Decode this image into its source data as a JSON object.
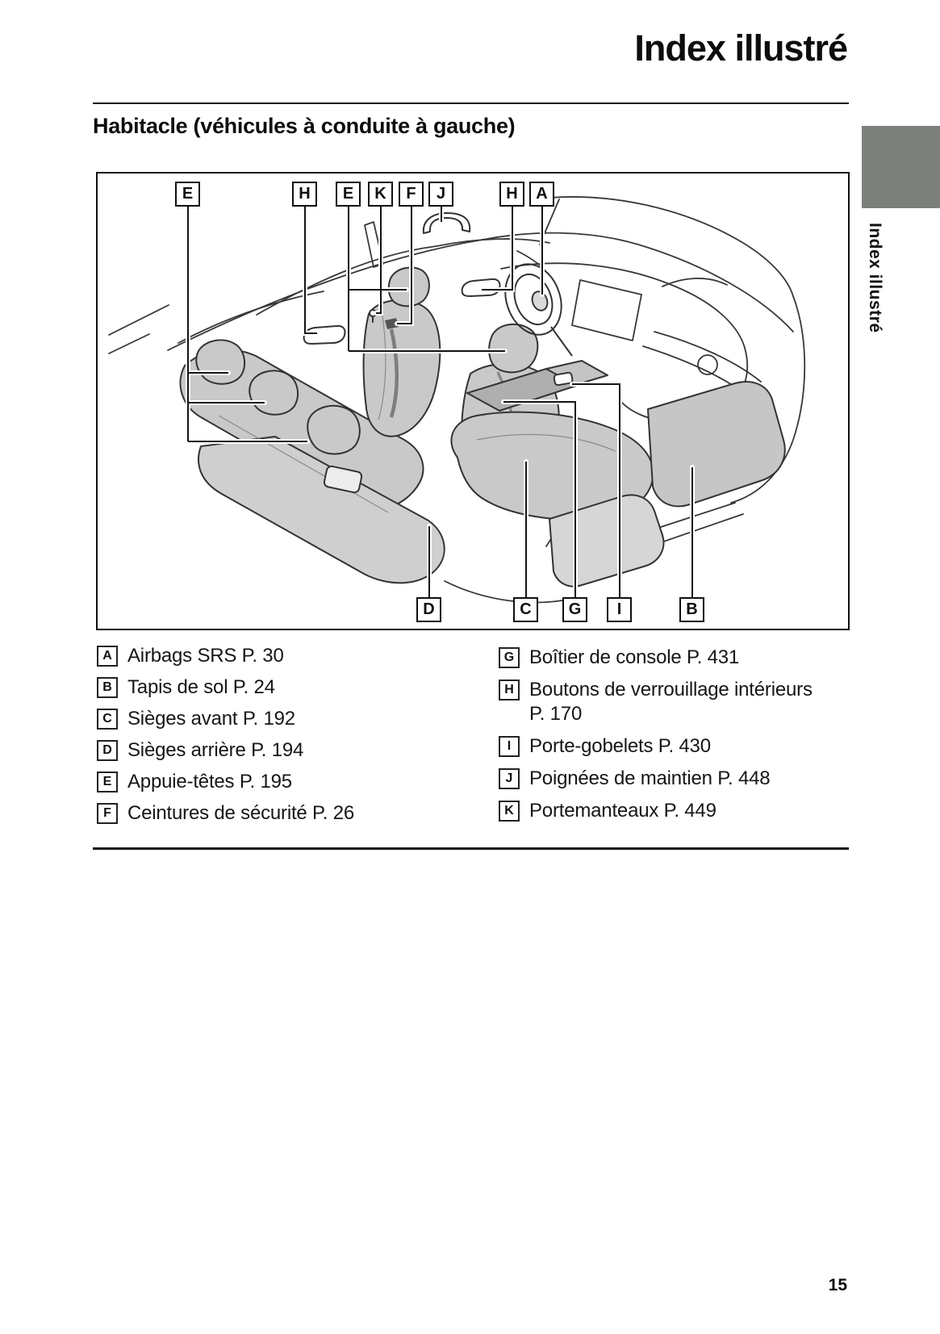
{
  "header": {
    "title": "Index illustré"
  },
  "section": {
    "heading": "Habitacle (véhicules à conduite à gauche)"
  },
  "sidebar": {
    "tab_label": "Index illustré"
  },
  "diagram": {
    "top_callouts": [
      {
        "label": "E"
      },
      {
        "label": "H"
      },
      {
        "label": "E"
      },
      {
        "label": "K"
      },
      {
        "label": "F"
      },
      {
        "label": "J"
      },
      {
        "label": "H"
      },
      {
        "label": "A"
      }
    ],
    "bottom_callouts": [
      {
        "label": "D"
      },
      {
        "label": "C"
      },
      {
        "label": "G"
      },
      {
        "label": "I"
      },
      {
        "label": "B"
      }
    ]
  },
  "legend": {
    "left_column": [
      {
        "label": "A",
        "text": "Airbags SRS P. 30"
      },
      {
        "label": "B",
        "text": "Tapis de sol P. 24"
      },
      {
        "label": "C",
        "text": "Sièges avant P. 192"
      },
      {
        "label": "D",
        "text": "Sièges arrière P. 194"
      },
      {
        "label": "E",
        "text": "Appuie-têtes P. 195"
      },
      {
        "label": "F",
        "text": "Ceintures de sécurité P. 26"
      }
    ],
    "right_column": [
      {
        "label": "G",
        "text": "Boîtier de console P. 431"
      },
      {
        "label": "H",
        "text": "Boutons de verrouillage intérieurs",
        "text2": "P. 170"
      },
      {
        "label": "I",
        "text": "Porte-gobelets P. 430"
      },
      {
        "label": "J",
        "text": "Poignées de maintien P. 448"
      },
      {
        "label": "K",
        "text": "Portemanteaux P. 449"
      }
    ]
  },
  "footer": {
    "page_number": "15"
  },
  "colors": {
    "tab_gray": "#7d7f7a",
    "seat_gray": "#c9c9c9",
    "console_gray": "#afafaf",
    "line": "#383838"
  }
}
